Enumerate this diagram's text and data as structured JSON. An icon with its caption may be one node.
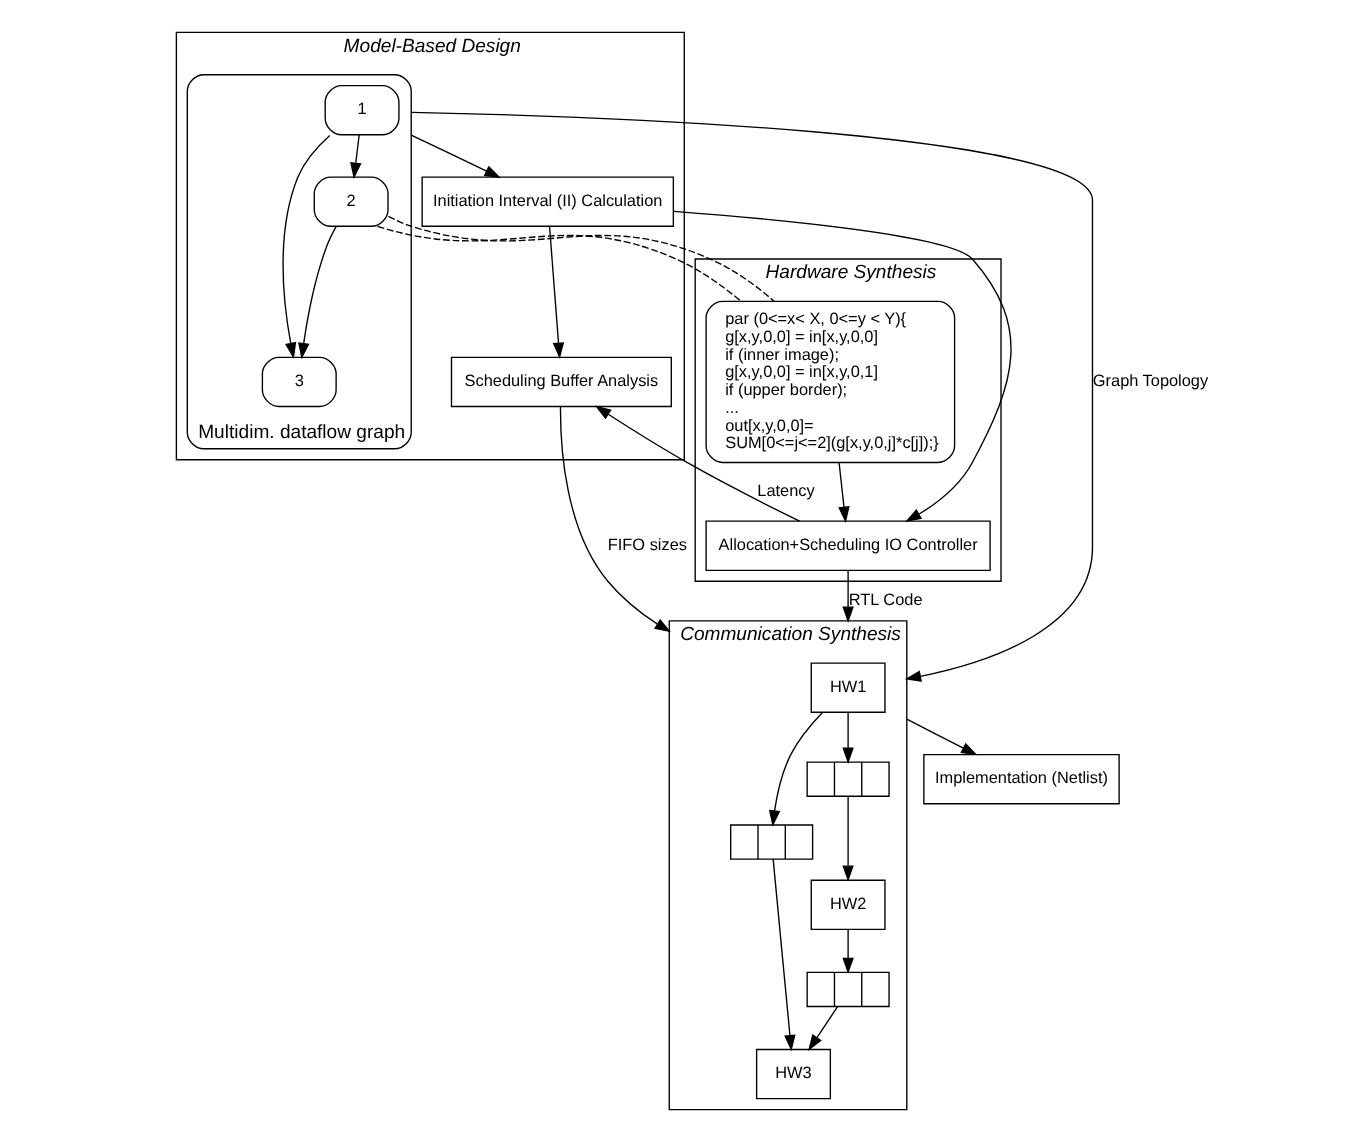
{
  "diagram": {
    "nodes": [
      {
        "text": [
          "Model-Based Design"
        ]
      },
      {
        "text": [
          "Multidim. dataflow graph"
        ],
        "in": 0
      },
      {
        "text": [
          "1"
        ],
        "in": 1
      },
      {
        "text": [
          "2"
        ],
        "in": 1
      },
      {
        "text": [
          "3"
        ],
        "in": 1
      },
      {
        "text": [
          "Initiation Interval (II) Calculation"
        ],
        "in": 0
      },
      {
        "text": [
          "Scheduling Buffer Analysis"
        ],
        "in": 0
      },
      {
        "text": [
          "Hardware Synthesis"
        ]
      },
      {
        "text": [
          "par (0<=x< X, 0<=y < Y){",
          "g[x,y,0,0] = in[x,y,0,0]",
          "if (inner image);",
          "g[x,y,0,0] = in[x,y,0,1]",
          "if (upper border);",
          "...",
          "out[x,y,0,0]=",
          "SUM[0<=j<=2](g[x,y,0,j]*c[j]);}"
        ],
        "in": 7
      },
      {
        "text": [
          "Allocation+Scheduling IO Controller"
        ],
        "in": 7
      },
      {
        "text": [
          "Communication Synthesis"
        ]
      },
      {
        "text": [
          "HW1"
        ],
        "in": 10
      },
      {
        "text": [],
        "shape": "box",
        "in": 10
      },
      {
        "text": [
          "HW2"
        ],
        "in": 10
      },
      {
        "text": [],
        "shape": "box",
        "in": 10
      },
      {
        "text": [
          "HW3"
        ],
        "in": 10
      },
      {
        "text": [],
        "shape": "box",
        "in": 10
      },
      {
        "text": [
          "Implementation (Netlist)"
        ]
      }
    ],
    "edges": [
      {
        "from": 2,
        "to": 3,
        "arrow": "to"
      },
      {
        "from": 2,
        "to": 4,
        "arrow": "to"
      },
      {
        "from": 3,
        "to": 4,
        "arrow": "to"
      },
      {
        "from": 3,
        "to": 8,
        "arrow": "none",
        "style": "dashed"
      },
      {
        "from": 3,
        "to": 8,
        "arrow": "none",
        "style": "dashed"
      },
      {
        "from": 1,
        "to": 5,
        "arrow": "to"
      },
      {
        "from": 1,
        "to": 10,
        "arrow": "to",
        "label": "Graph Topology"
      },
      {
        "from": 5,
        "to": 6,
        "arrow": "to"
      },
      {
        "from": 5,
        "to": 9,
        "arrow": "to"
      },
      {
        "from": 8,
        "to": 9,
        "arrow": "to"
      },
      {
        "from": 9,
        "to": 6,
        "arrow": "to",
        "label": "Latency"
      },
      {
        "from": 6,
        "to": 10,
        "arrow": "to",
        "label": "FIFO sizes"
      },
      {
        "from": 9,
        "to": 10,
        "arrow": "to",
        "label": "RTL Code"
      },
      {
        "from": 11,
        "to": 12,
        "arrow": "to"
      },
      {
        "from": 12,
        "to": 13,
        "arrow": "to"
      },
      {
        "from": 11,
        "to": 14,
        "arrow": "to"
      },
      {
        "from": 14,
        "to": 15,
        "arrow": "to"
      },
      {
        "from": 13,
        "to": 16,
        "arrow": "to"
      },
      {
        "from": 16,
        "to": 15,
        "arrow": "to"
      },
      {
        "from": 10,
        "to": 17,
        "arrow": "to"
      }
    ]
  }
}
